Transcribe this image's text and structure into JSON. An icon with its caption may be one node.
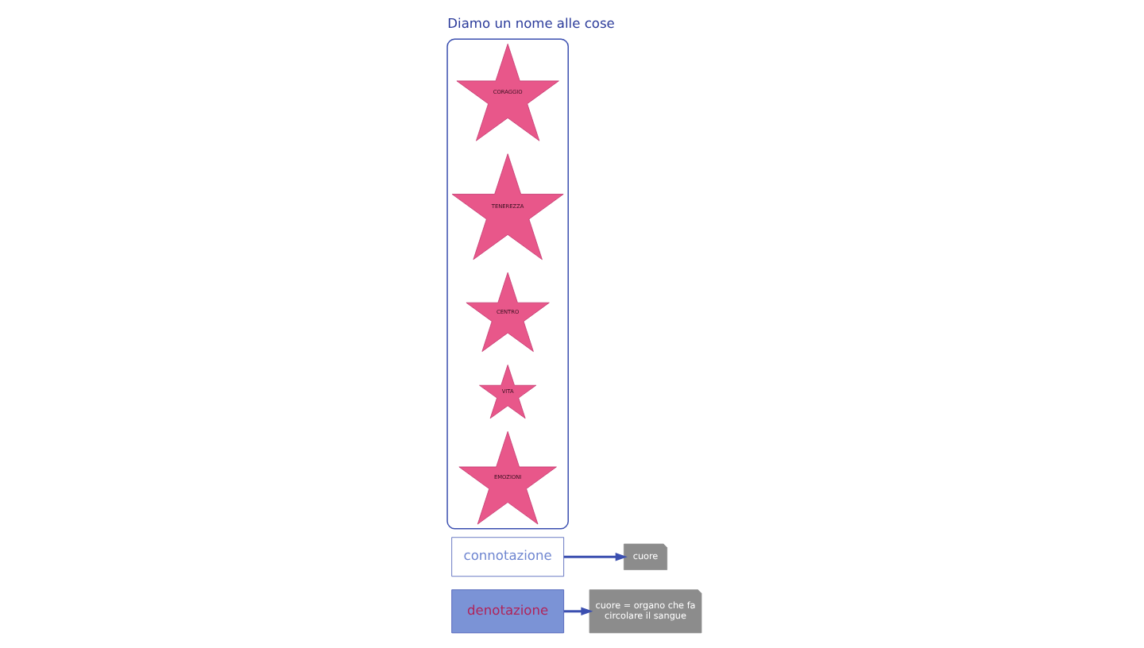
{
  "diagram": {
    "title": "Diamo un nome alle cose",
    "nodes": [
      {
        "text": [
          "denotazione"
        ]
      },
      {
        "text": [
          "cuore = organo che fa circolare il sangue"
        ]
      },
      {
        "text": [
          "connotazione"
        ]
      },
      {
        "text": [
          "cuore"
        ]
      },
      {
        "text": [],
        "shape": "cloud"
      },
      {
        "text": [
          "CORAGGIO"
        ],
        "in": 4
      },
      {
        "text": [
          "TENEREZZA"
        ],
        "in": 4
      },
      {
        "text": [
          "CENTRO"
        ],
        "in": 4
      },
      {
        "text": [
          "VITA"
        ],
        "in": 4
      },
      {
        "text": [
          "EMOZIONI"
        ],
        "in": 4
      }
    ],
    "edges": [
      {
        "from": 0,
        "to": 1,
        "arrow": "to"
      },
      {
        "from": 2,
        "to": 3,
        "arrow": "to"
      }
    ]
  }
}
